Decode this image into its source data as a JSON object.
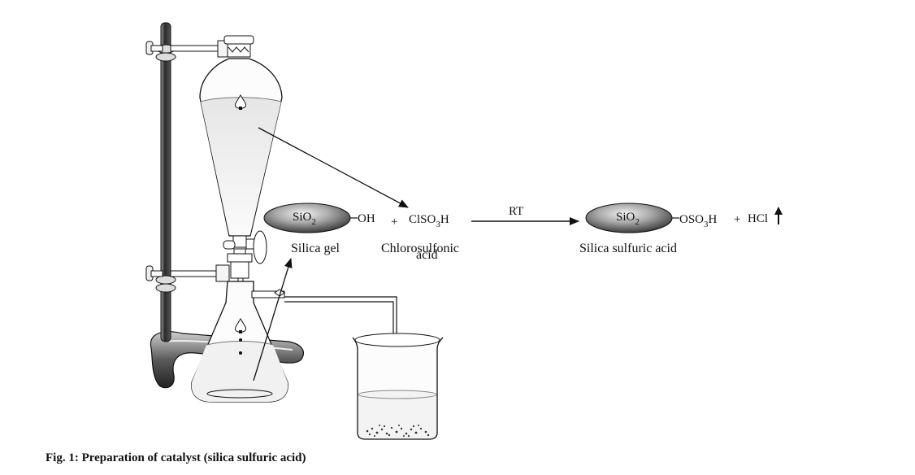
{
  "reaction": {
    "silica_particle_1": "SiO",
    "silica_particle_1_sub": "2",
    "hydroxyl_group": "OH",
    "plus_1": "+",
    "reagent_main": "ClSO",
    "reagent_sub": "3",
    "reagent_tail": "H",
    "silica_gel_label": "Silica gel",
    "reagent_label_line1": "Chlorosulfonic",
    "reagent_label_line2": "acid",
    "condition": "RT",
    "silica_particle_2": "SiO",
    "silica_particle_2_sub": "2",
    "product_group_main": "OSO",
    "product_group_sub": "3",
    "product_group_tail": "H",
    "plus_2": "+",
    "byproduct": "HCl",
    "product_label": "Silica sulfuric acid"
  },
  "caption": "Fig. 1: Preparation of catalyst (silica sulfuric acid)",
  "colors": {
    "ink": "#111111",
    "particle_dark": "#3a3a3a",
    "particle_light": "#f2f2f2",
    "rod_dark": "#2a2a2a"
  }
}
